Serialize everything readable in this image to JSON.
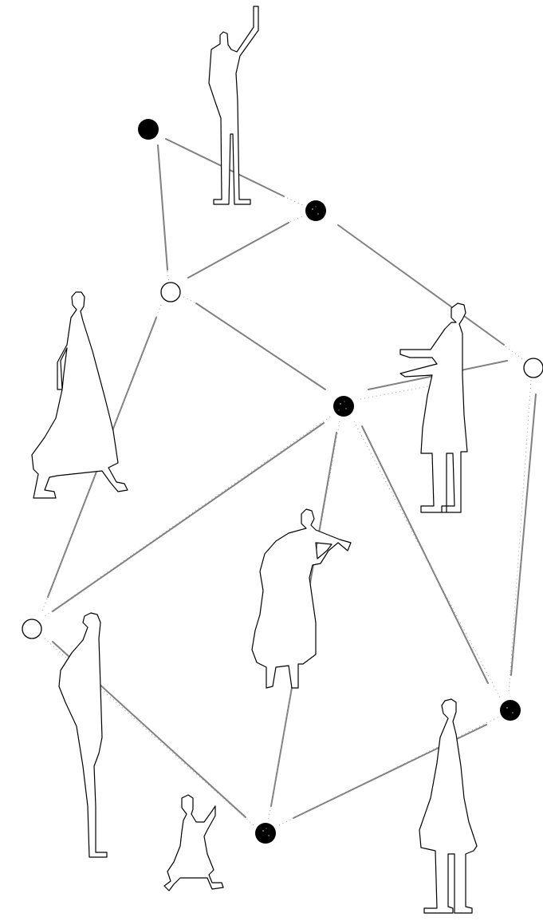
{
  "diagram": {
    "colors": {
      "background": "#ffffff",
      "edge": "#808080",
      "node_filled": "#000000",
      "node_open": "#ffffff",
      "figure_outline": "#000000"
    },
    "node_types": {
      "filled": "filled-node",
      "open": "open-node"
    },
    "figures": [
      "figure-arm-raised",
      "figure-walking-robe",
      "figure-arms-outstretched",
      "figure-violinist",
      "figure-tall-standing",
      "figure-child-dancing",
      "figure-woman-dress"
    ]
  }
}
